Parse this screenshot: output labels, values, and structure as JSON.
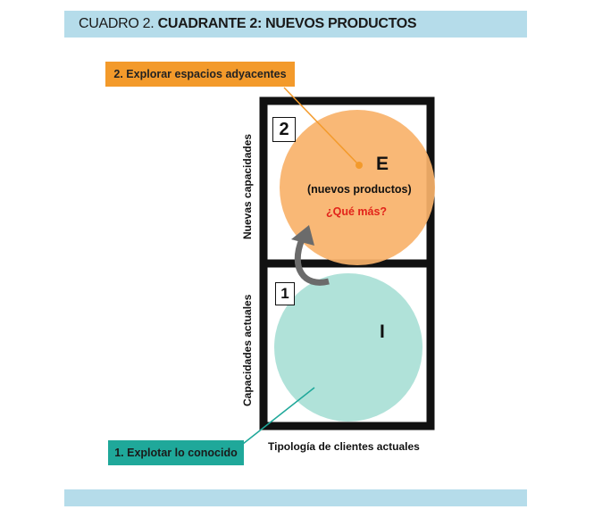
{
  "header": {
    "prefix": "CUADRO 2.",
    "title": "CUADRANTE 2: NUEVOS PRODUCTOS"
  },
  "labels": {
    "explore_adjacent": "2. Explorar espacios adyacentes",
    "exploit_known": "1. Explotar lo conocido"
  },
  "axes": {
    "x": "Tipología de clientes actuales",
    "y_top": "Nuevas capacidades",
    "y_bottom": "Capacidades actuales"
  },
  "quadrants": {
    "q2": {
      "number": "2",
      "letter": "E",
      "subtitle": "(nuevos productos)",
      "question": "¿Qué más?"
    },
    "q1": {
      "number": "1",
      "letter": "I"
    }
  },
  "colors": {
    "header_bar": "#b5dcea",
    "orange": "#f39a2b",
    "orange_circle": "#f9b26a",
    "teal": "#1fa89a",
    "teal_circle": "#a9e0d6",
    "question_red": "#e2231a",
    "arrow_gray": "#6b6b6b"
  }
}
